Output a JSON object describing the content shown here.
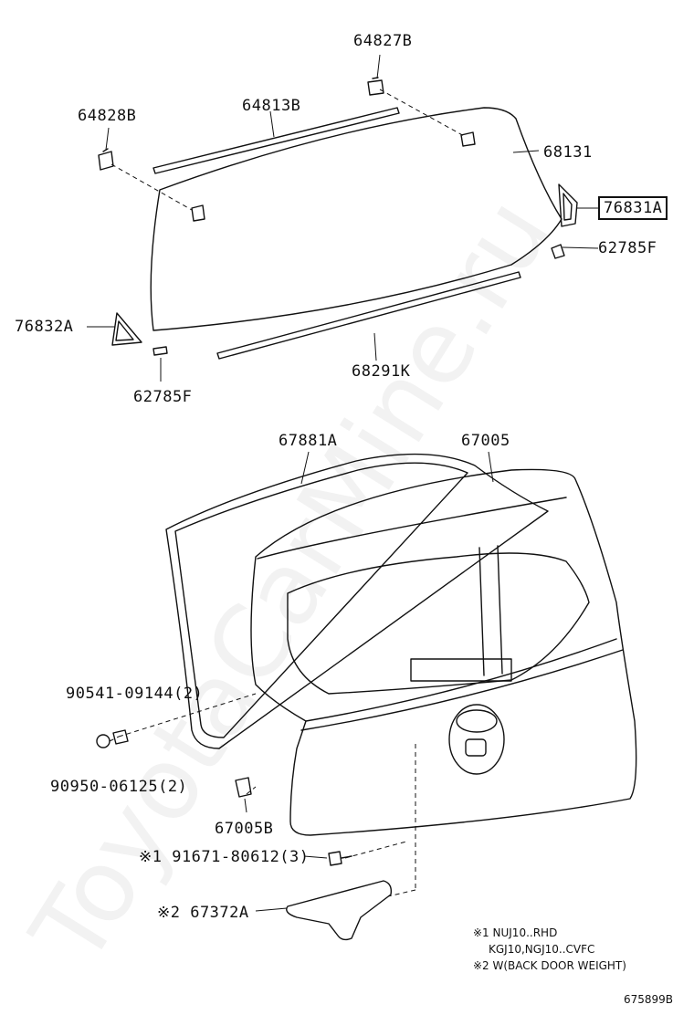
{
  "labels": {
    "p64827B": "64827B",
    "p64828B": "64828B",
    "p64813B": "64813B",
    "p68131": "68131",
    "p76831A": "76831A",
    "p62785F_right": "62785F",
    "p76832A": "76832A",
    "p62785F_left": "62785F",
    "p68291K": "68291K",
    "p67881A": "67881A",
    "p67005": "67005",
    "p90541": "90541-09144(2)",
    "p90950": "90950-06125(2)",
    "p67005B": "67005B",
    "p91671": "※1 91671-80612(3)",
    "p67372A": "※2 67372A"
  },
  "notes": {
    "n1": "※1 NUJ10..RHD",
    "n1b": "KGJ10,NGJ10..CVFC",
    "n2": "※2 W(BACK DOOR WEIGHT)"
  },
  "diagram_id": "675899B",
  "watermark": "ToyotaCarMine.ru",
  "highlighted_part": "76831A"
}
